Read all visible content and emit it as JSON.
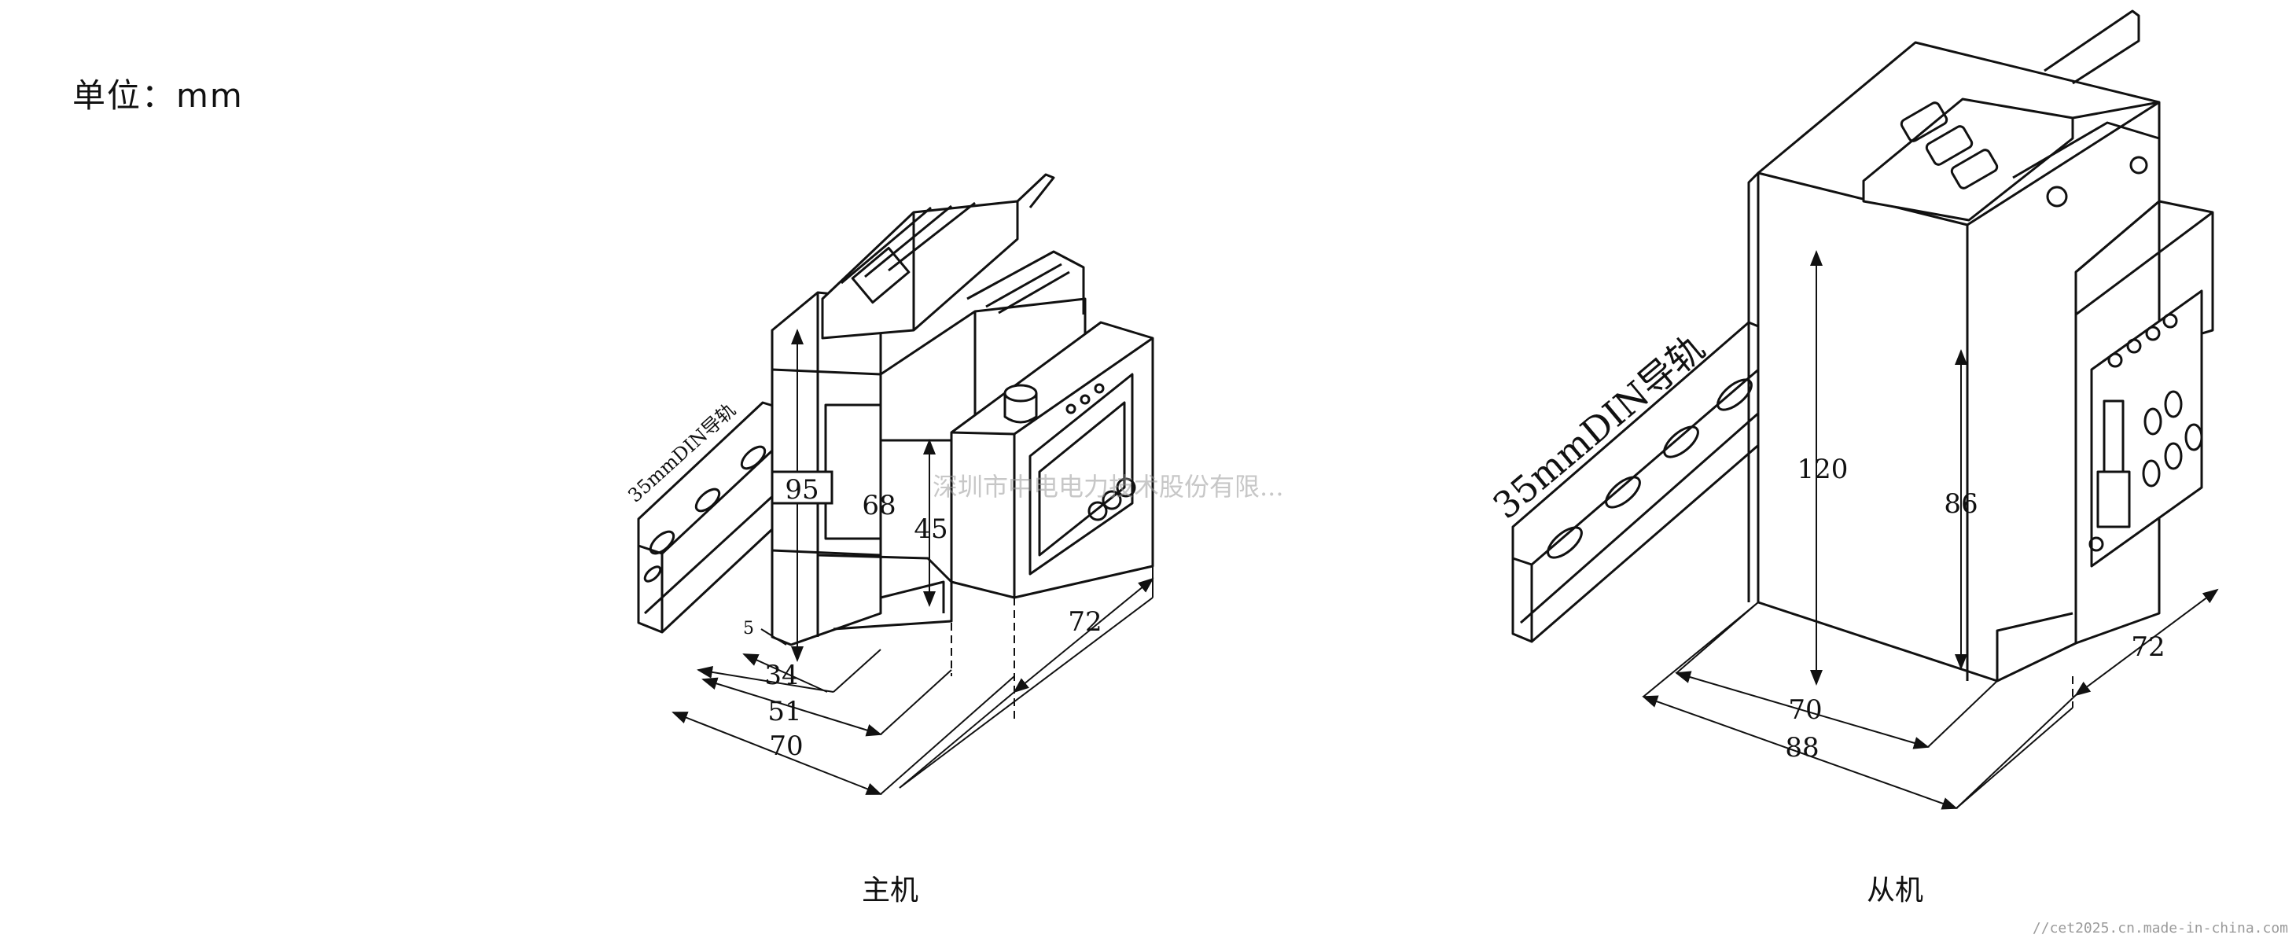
{
  "unit_label": "单位：mm",
  "main_unit": {
    "caption": "主机",
    "rail_label": "35mmDIN导轨",
    "dims": {
      "height_total": "95",
      "height_mid": "68",
      "height_front": "45",
      "depth": "72",
      "width_34": "34",
      "width_51": "51",
      "width_70": "70",
      "offset_5": "5"
    }
  },
  "slave_unit": {
    "caption": "从机",
    "rail_label": "35mmDIN导轨",
    "dims": {
      "height_total": "120",
      "height_front": "86",
      "depth": "72",
      "width_70": "70",
      "width_88": "88"
    }
  },
  "watermark": "深圳市中电电力技术股份有限...",
  "footer": "//cet2025.cn.made-in-china.com"
}
